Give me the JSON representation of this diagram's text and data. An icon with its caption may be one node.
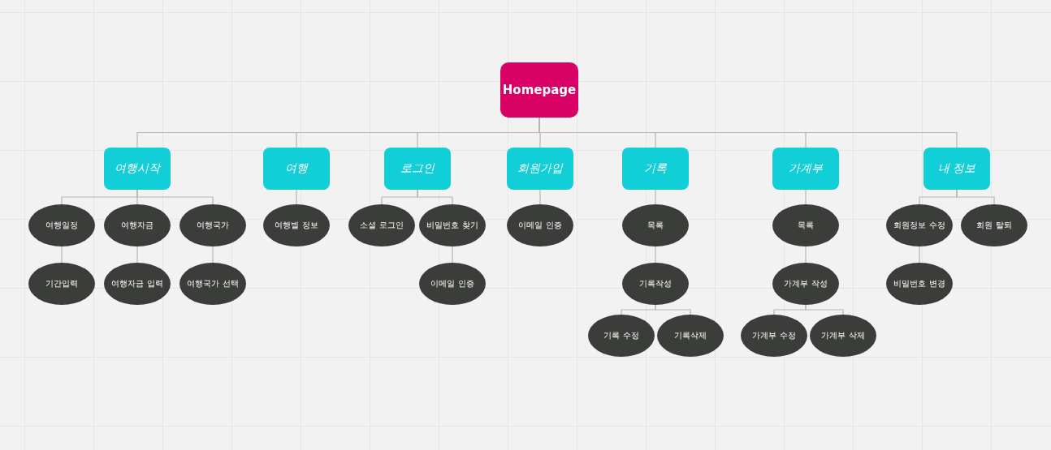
{
  "diagram": {
    "nodes": [
      {
        "text": [
          "Homepage"
        ]
      },
      {
        "text": [
          "여행시작"
        ]
      },
      {
        "text": [
          "여행일정"
        ]
      },
      {
        "text": [
          "기간입력"
        ]
      },
      {
        "text": [
          "여행자금"
        ]
      },
      {
        "text": [
          "여행자금 입력"
        ]
      },
      {
        "text": [
          "여행국가"
        ]
      },
      {
        "text": [
          "여행국가 선택"
        ]
      },
      {
        "text": [
          "여행"
        ]
      },
      {
        "text": [
          "여행별 정보"
        ]
      },
      {
        "text": [
          "로그인"
        ]
      },
      {
        "text": [
          "소셜 로그인"
        ]
      },
      {
        "text": [
          "비밀번호 찾기"
        ]
      },
      {
        "text": [
          "이메일 인증"
        ]
      },
      {
        "text": [
          "회원가입"
        ]
      },
      {
        "text": [
          "이메일 인증"
        ]
      },
      {
        "text": [
          "기록"
        ]
      },
      {
        "text": [
          "목록"
        ]
      },
      {
        "text": [
          "기록작성"
        ]
      },
      {
        "text": [
          "기록 수정"
        ]
      },
      {
        "text": [
          "기록삭제"
        ]
      },
      {
        "text": [
          "가계부"
        ]
      },
      {
        "text": [
          "목록"
        ]
      },
      {
        "text": [
          "가계부 작성"
        ]
      },
      {
        "text": [
          "가계부 수정"
        ]
      },
      {
        "text": [
          "가계부 삭제"
        ]
      },
      {
        "text": [
          "내 정보"
        ]
      },
      {
        "text": [
          "회원정보 수정"
        ]
      },
      {
        "text": [
          "회원 탈퇴"
        ]
      },
      {
        "text": [
          "비밀번호 변경"
        ]
      }
    ],
    "edges": [
      {
        "from": 0,
        "to": 1,
        "arrow": "none"
      },
      {
        "from": 0,
        "to": 8,
        "arrow": "none"
      },
      {
        "from": 0,
        "to": 10,
        "arrow": "none"
      },
      {
        "from": 0,
        "to": 14,
        "arrow": "none"
      },
      {
        "from": 0,
        "to": 16,
        "arrow": "none"
      },
      {
        "from": 0,
        "to": 21,
        "arrow": "none"
      },
      {
        "from": 0,
        "to": 26,
        "arrow": "none"
      },
      {
        "from": 1,
        "to": 2,
        "arrow": "none"
      },
      {
        "from": 1,
        "to": 4,
        "arrow": "none"
      },
      {
        "from": 1,
        "to": 6,
        "arrow": "none"
      },
      {
        "from": 2,
        "to": 3,
        "arrow": "none"
      },
      {
        "from": 4,
        "to": 5,
        "arrow": "none"
      },
      {
        "from": 6,
        "to": 7,
        "arrow": "none"
      },
      {
        "from": 8,
        "to": 9,
        "arrow": "none"
      },
      {
        "from": 10,
        "to": 11,
        "arrow": "none"
      },
      {
        "from": 10,
        "to": 12,
        "arrow": "none"
      },
      {
        "from": 12,
        "to": 13,
        "arrow": "none"
      },
      {
        "from": 14,
        "to": 15,
        "arrow": "none"
      },
      {
        "from": 16,
        "to": 17,
        "arrow": "none"
      },
      {
        "from": 17,
        "to": 18,
        "arrow": "none"
      },
      {
        "from": 18,
        "to": 19,
        "arrow": "none"
      },
      {
        "from": 18,
        "to": 20,
        "arrow": "none"
      },
      {
        "from": 21,
        "to": 22,
        "arrow": "none"
      },
      {
        "from": 22,
        "to": 23,
        "arrow": "none"
      },
      {
        "from": 23,
        "to": 24,
        "arrow": "none"
      },
      {
        "from": 23,
        "to": 25,
        "arrow": "none"
      },
      {
        "from": 26,
        "to": 27,
        "arrow": "none"
      },
      {
        "from": 26,
        "to": 28,
        "arrow": "none"
      },
      {
        "from": 27,
        "to": 29,
        "arrow": "none"
      }
    ]
  }
}
